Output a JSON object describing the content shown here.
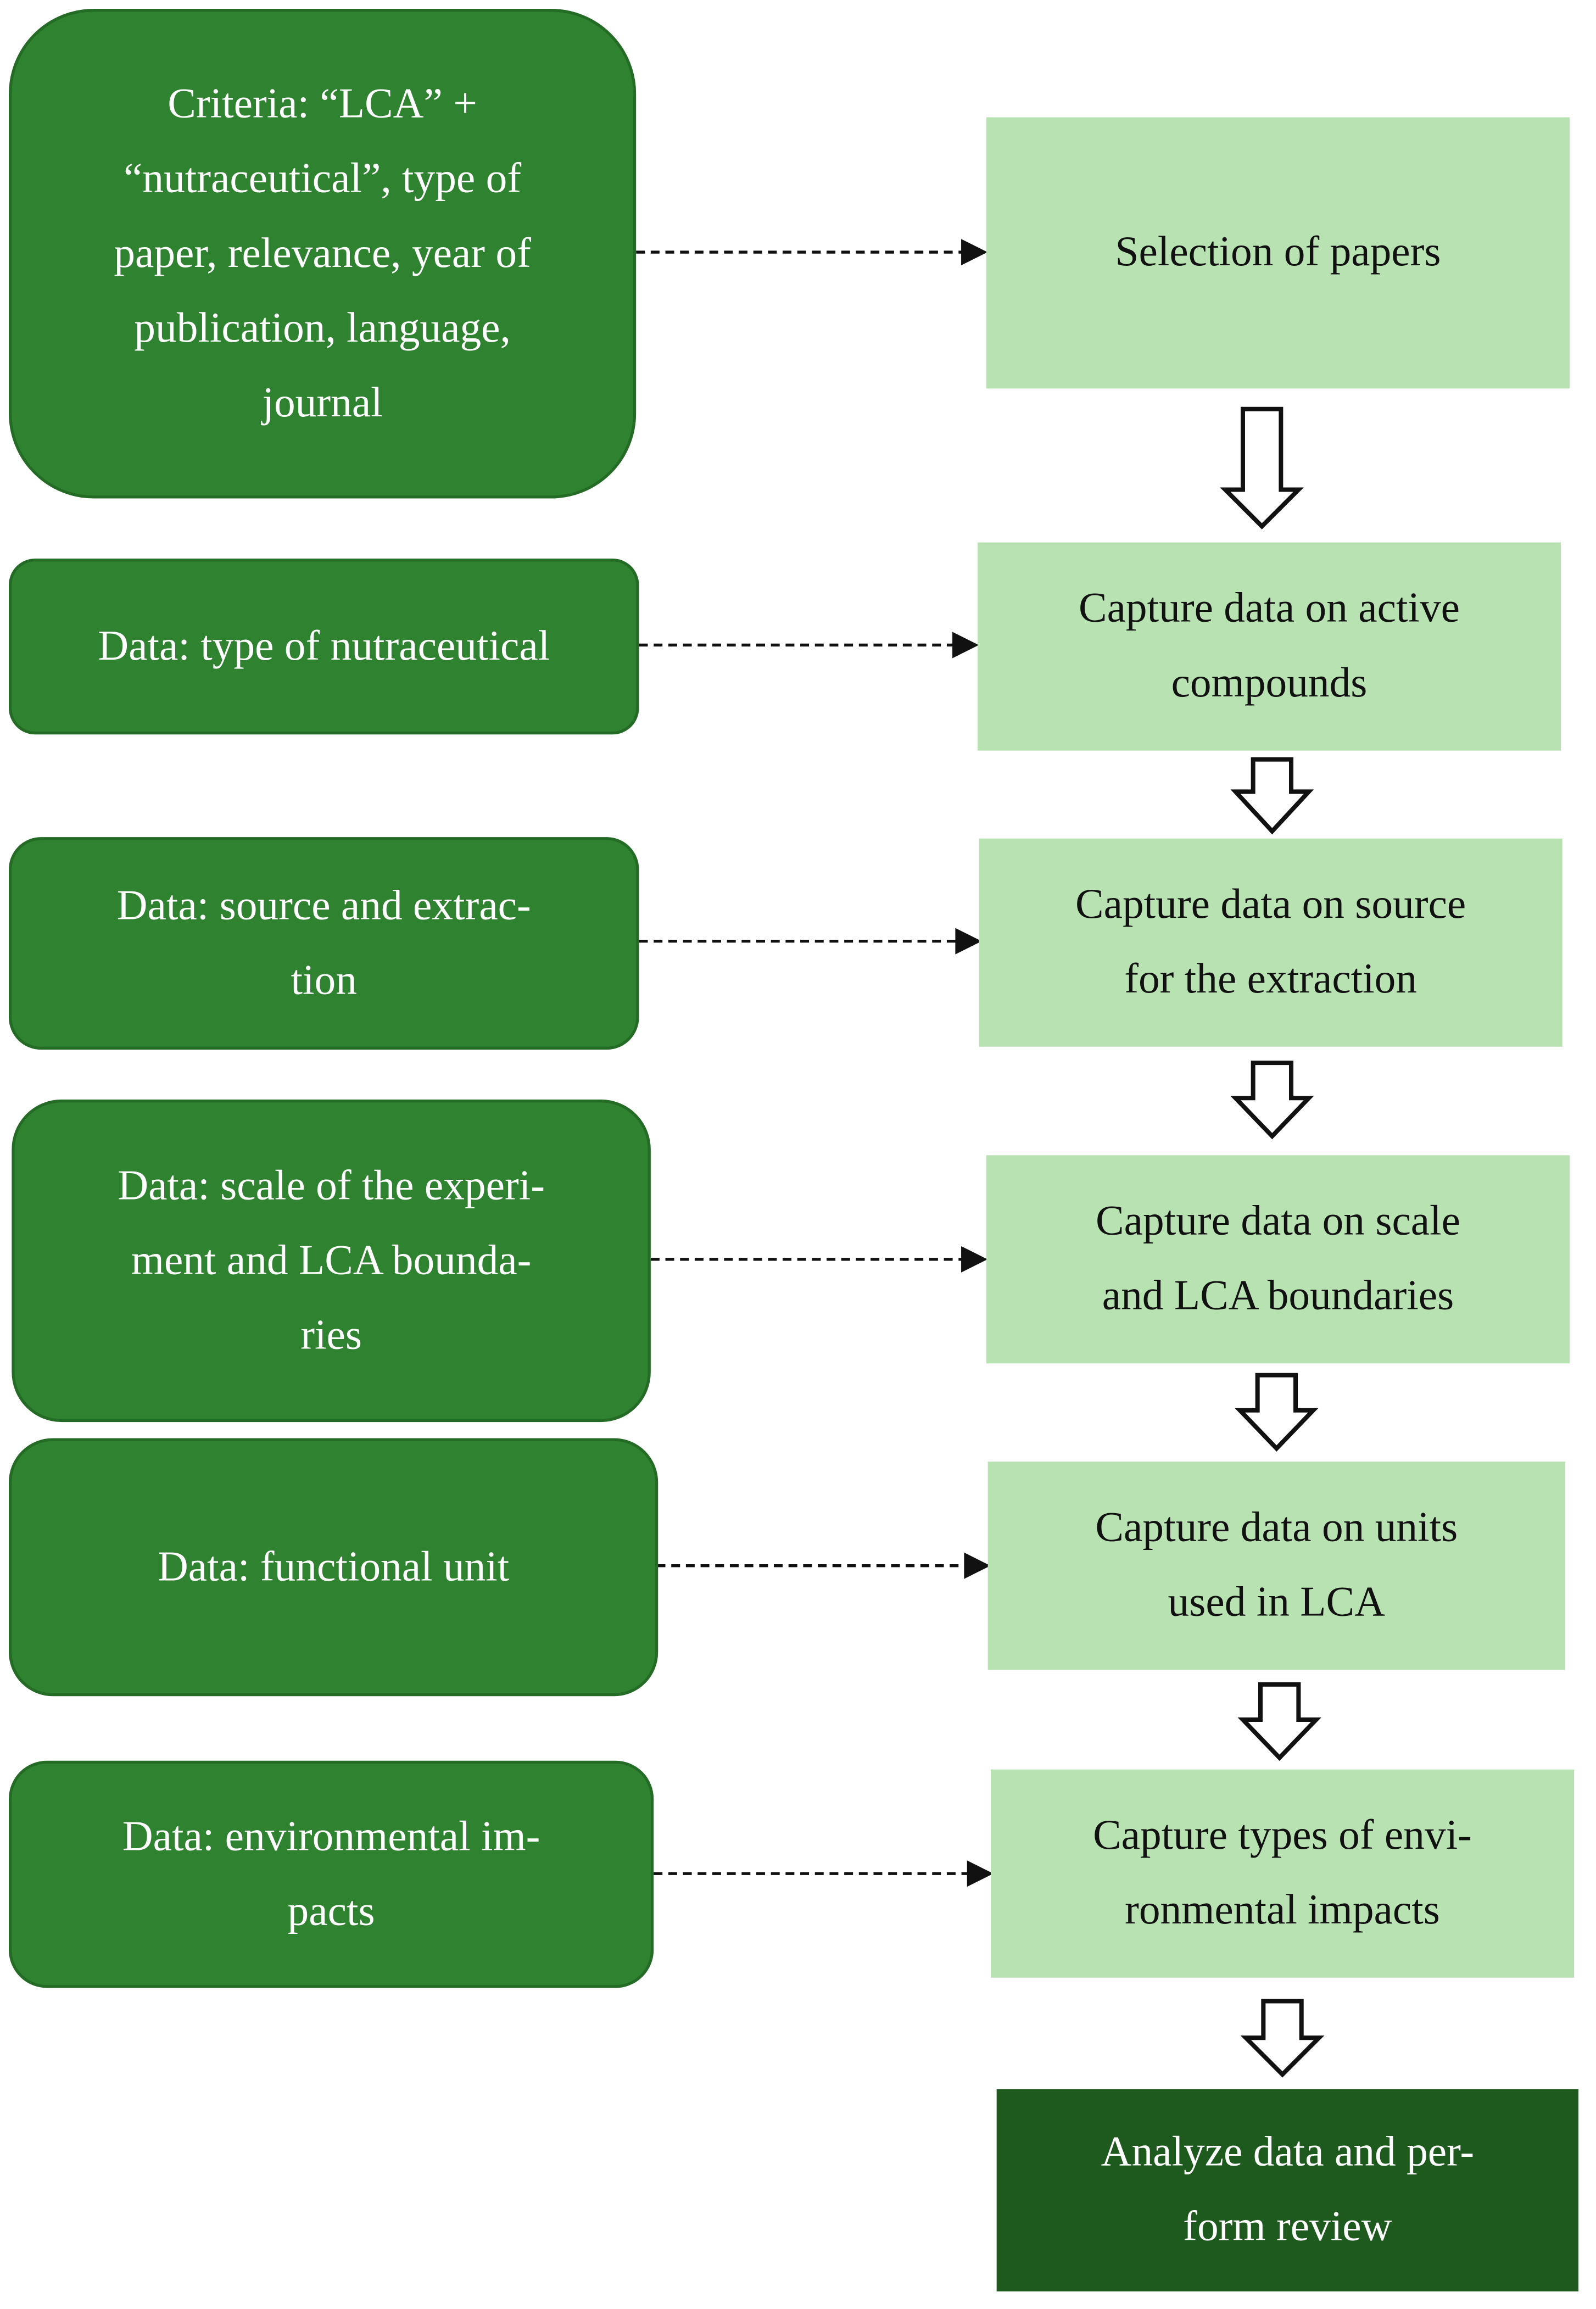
{
  "criteria_box": {
    "text": "Criteria: “LCA” +\n“nutraceutical”, type of\npaper, relevance, year of\npublication, language,\njournal"
  },
  "data_boxes": [
    {
      "text": "Data: type of nutraceutical"
    },
    {
      "text": "Data: source and extrac-\ntion"
    },
    {
      "text": "Data: scale of the experi-\nment and LCA bounda-\nries"
    },
    {
      "text": "Data: functional unit"
    },
    {
      "text": "Data: environmental im-\npacts"
    }
  ],
  "steps": [
    {
      "text": "Selection of papers"
    },
    {
      "text": "Capture data on active\ncompounds"
    },
    {
      "text": "Capture data on source\nfor the extraction"
    },
    {
      "text": "Capture data on scale\nand LCA boundaries"
    },
    {
      "text": "Capture data on units\nused in LCA"
    },
    {
      "text": "Capture types of envi-\nronmental impacts"
    }
  ],
  "final_step": {
    "text": "Analyze data and per-\nform review"
  },
  "colors": {
    "dark_green": "#2f8230",
    "light_green": "#b9e2b3",
    "final_green": "#1e5a1e"
  },
  "icons": {
    "down_arrow": "hollow-down-arrow-icon",
    "dashed_arrow": "dashed-right-arrow-icon"
  }
}
